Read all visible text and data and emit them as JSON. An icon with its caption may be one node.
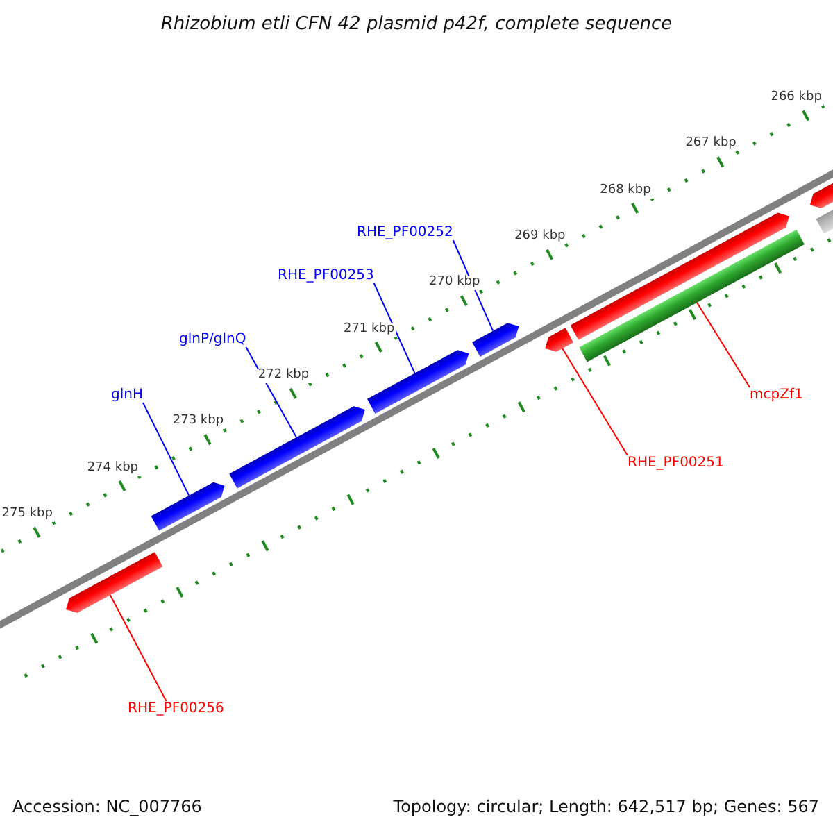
{
  "diagram": {
    "title": "Rhizobium etli CFN 42 plasmid p42f, complete sequence",
    "nodes": [
      {
        "text": [
          "RHE_PF00252"
        ]
      },
      {
        "text": [
          "RHE_PF00253"
        ]
      },
      {
        "text": [
          "glnP/glnQ"
        ]
      },
      {
        "text": [
          "glnH"
        ]
      },
      {
        "text": [
          "mcpZf1"
        ]
      },
      {
        "text": [
          "RHE_PF00251"
        ]
      },
      {
        "text": [
          "RHE_PF00256"
        ]
      },
      {
        "text": [],
        "shape": "bar"
      },
      {
        "text": [],
        "shape": "bar"
      },
      {
        "text": [],
        "shape": "bar"
      },
      {
        "text": [],
        "shape": "bar"
      },
      {
        "text": [],
        "shape": "bar"
      },
      {
        "text": [],
        "shape": "bar"
      },
      {
        "text": [],
        "shape": "bar"
      },
      {
        "text": [],
        "shape": "bar"
      },
      {
        "text": [],
        "shape": "bar"
      },
      {
        "text": [],
        "shape": "bar"
      }
    ],
    "edges": [
      {
        "from": 0,
        "to": 11,
        "arrow": "none"
      },
      {
        "from": 1,
        "to": 10,
        "arrow": "none"
      },
      {
        "from": 2,
        "to": 9,
        "arrow": "none"
      },
      {
        "from": 3,
        "to": 8,
        "arrow": "none"
      },
      {
        "from": 4,
        "to": 14,
        "arrow": "none",
        "color": "#ff0000"
      },
      {
        "from": 5,
        "to": 12,
        "arrow": "none",
        "color": "#ff0000"
      },
      {
        "from": 6,
        "to": 7,
        "arrow": "none",
        "color": "#ff0000"
      }
    ],
    "labels": [
      "266 kbp",
      "267 kbp",
      "268 kbp",
      "269 kbp",
      "270 kbp",
      "271 kbp",
      "272 kbp",
      "273 kbp",
      "274 kbp",
      "275 kbp",
      "Accession: NC_007766",
      "Topology: circular; Length: 642,517 bp; Genes: 567"
    ]
  }
}
